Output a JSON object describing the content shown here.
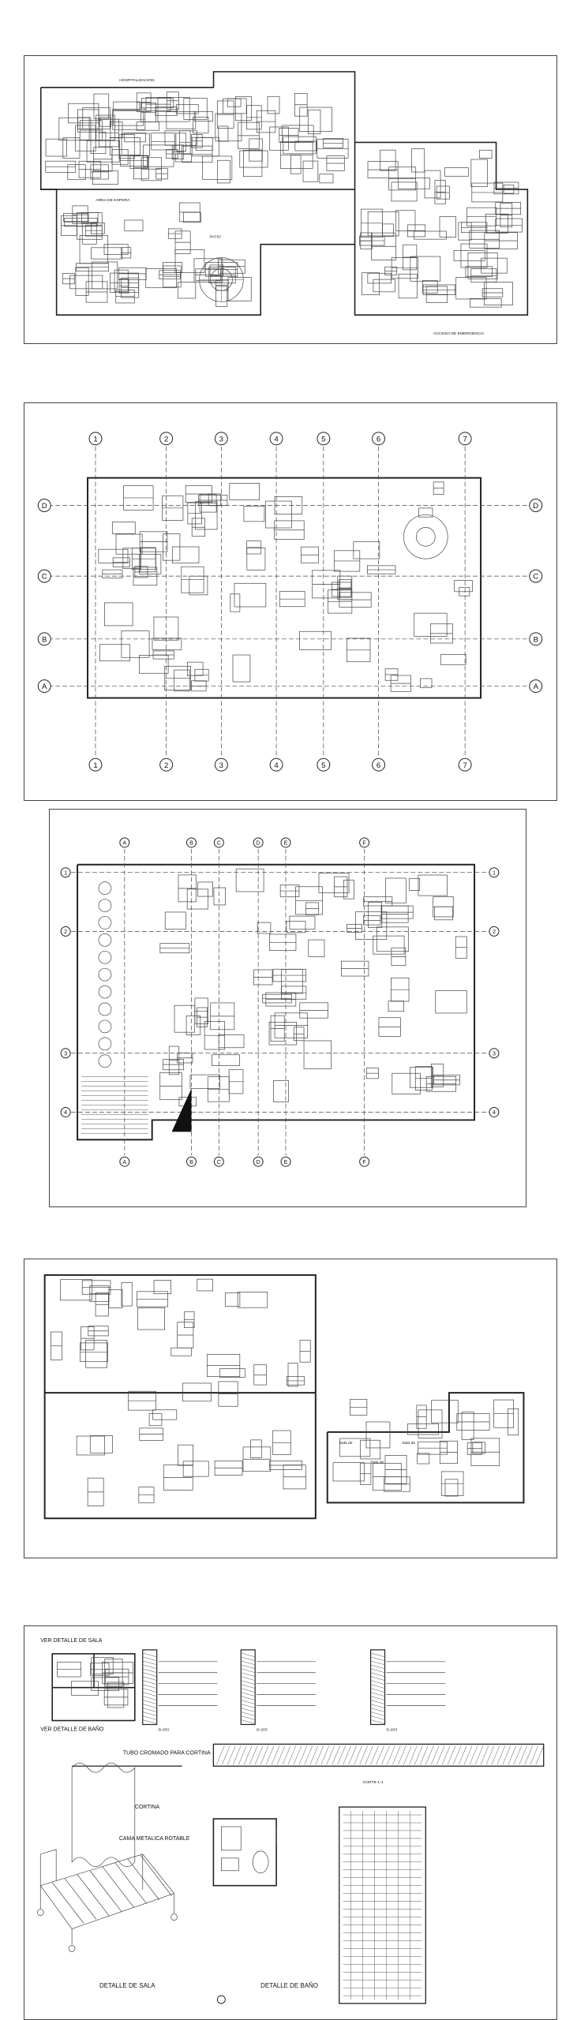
{
  "sheet1": {
    "notes": [
      "ACCESO DE EMERGENCIA",
      "AREA DE ESPERA",
      "PATIO",
      "HOSPITALIZACION"
    ]
  },
  "sheet2": {
    "grid_cols": [
      "1",
      "2",
      "3",
      "4",
      "5",
      "6",
      "7"
    ],
    "grid_rows": [
      "D",
      "C",
      "B",
      "A"
    ]
  },
  "sheet3": {
    "grid_cols": [
      "A",
      "B",
      "C",
      "D",
      "E",
      "F"
    ],
    "grid_rows": [
      "1",
      "2",
      "3",
      "4"
    ]
  },
  "sheet4": {
    "labels": [
      "Sala de",
      "Sala de",
      "Sala de"
    ]
  },
  "sheet5": {
    "left_labels": [
      "VER DETALLE DE SALA",
      "VER DETALLE DE BAÑO"
    ],
    "bed_labels": [
      "TUBO CROMADO PARA CORTINA",
      "CORTINA",
      "CAMA METALICA ROTABLE"
    ],
    "captions": [
      "DETALLE DE SALA",
      "DETALLE DE BAÑO"
    ],
    "section_labels": [
      "D-203",
      "D-203",
      "D-203",
      "CORTE 1-1"
    ]
  }
}
